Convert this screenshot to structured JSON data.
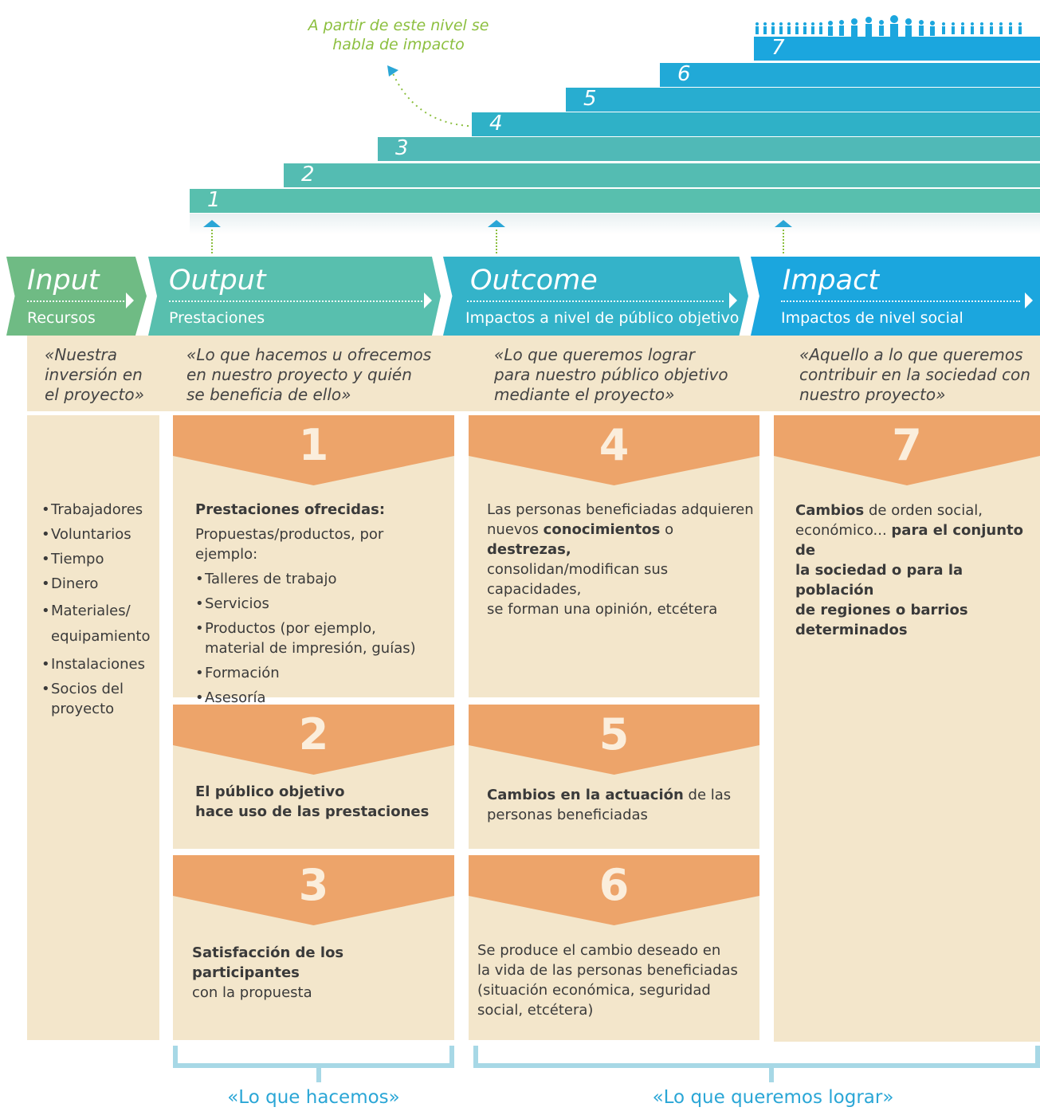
{
  "note": {
    "line1": "A partir de este nivel se",
    "line2": "habla de impacto"
  },
  "levels": [
    "1",
    "2",
    "3",
    "4",
    "5",
    "6",
    "7"
  ],
  "columns": {
    "input": {
      "title": "Input",
      "subtitle": "Recursos",
      "quote": [
        "«Nuestra",
        "inversión en",
        "el proyecto»"
      ],
      "items": [
        "Trabajadores",
        "Voluntarios",
        "Tiempo",
        "Dinero",
        "Materiales/ equipamiento",
        "Instalaciones",
        "Socios del proyecto"
      ]
    },
    "output": {
      "title": "Output",
      "subtitle": "Prestaciones",
      "quote": [
        "«Lo que hacemos u ofrecemos",
        "en nuestro proyecto y quién",
        "se beneficia de ello»"
      ]
    },
    "outcome": {
      "title": "Outcome",
      "subtitle": "Impactos a nivel de público objetivo",
      "quote": [
        "«Lo que queremos lograr",
        "para nuestro público objetivo",
        "mediante el proyecto»"
      ]
    },
    "impact": {
      "title": "Impact",
      "subtitle": "Impactos de nivel social",
      "quote": [
        "«Aquello a lo que queremos",
        "contribuir en la sociedad con",
        "nuestro proyecto»"
      ]
    }
  },
  "blocks": {
    "b1": {
      "num": "1",
      "heading": "Prestaciones ofrecidas:",
      "intro": "Propuestas/productos, por ejemplo:",
      "items": [
        "Talleres de trabajo",
        "Servicios",
        "Productos (por ejemplo, material de impresión, guías)",
        "Formación",
        "Asesoría"
      ]
    },
    "b2": {
      "num": "2",
      "line1": "El público objetivo",
      "line2": "hace uso de las prestaciones"
    },
    "b3": {
      "num": "3",
      "bold": "Satisfacción de los participantes",
      "rest": "con la propuesta"
    },
    "b4": {
      "num": "4",
      "t1": "Las personas beneficiadas adquieren",
      "t2": "nuevos ",
      "b1": "conocimientos",
      "t3": " o ",
      "b2": "destrezas,",
      "t4": "consolidan/modifican sus capacidades,",
      "t5": "se forman una opinión, etcétera"
    },
    "b5": {
      "num": "5",
      "bold": "Cambios en la actuación",
      "rest1": " de las",
      "rest2": "personas beneficiadas"
    },
    "b6": {
      "num": "6",
      "lines": [
        "Se produce el cambio deseado en",
        "la vida de las personas beneficiadas",
        "(situación económica, seguridad",
        "social, etcétera)"
      ]
    },
    "b7": {
      "num": "7",
      "bold1": "Cambios",
      "t1": " de orden social,",
      "t2": "económico... ",
      "bold2": "para el conjunto de",
      "bold3": "la sociedad o para la población",
      "bold4": "de regiones o barrios",
      "bold5": "determinados"
    }
  },
  "brackets": {
    "left": "«Lo que hacemos»",
    "right": "«Lo que queremos lograr»"
  },
  "colors": {
    "input": "#6fbb84",
    "output": "#58bfae",
    "outcome": "#34b3c9",
    "impact": "#1ba6de",
    "chevron": "#eda46a",
    "beige": "#f3e6cb",
    "bracket": "#a7d8e6",
    "note": "#8cbf3f"
  }
}
